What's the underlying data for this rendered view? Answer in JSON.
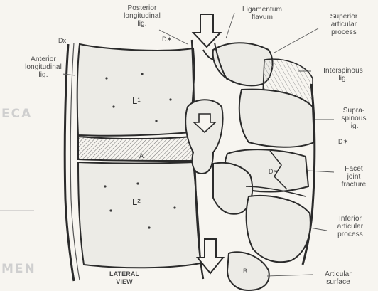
{
  "labels": {
    "posterior_longitudinal": "Posterior\nlongitudinal\nlig.",
    "ligamentum_flavum": "Ligamentum\nflavum",
    "superior_articular": "Superior\narticular\nprocess",
    "anterior_longitudinal": "Anterior\nlongitudinal\nlig.",
    "interspinous": "Interspinous\nlig.",
    "supraspinous": "Supra-\nspinous\nlig.",
    "facet_joint": "Facet\njoint\nfracture",
    "inferior_articular": "Inferior\narticular\nprocess",
    "articular_surface": "Articular\nsurface",
    "lateral_view": "LATERAL\nVIEW",
    "vertebra_upper": "L¹",
    "vertebra_lower": "L²",
    "dx_top": "Dx",
    "dx_mid_top": "D✶",
    "dx_right": "D✶",
    "d_mid": "D✶",
    "letter_a": "A",
    "letter_b": "B"
  },
  "margin_marks": {
    "left_mid": "ECA",
    "bottom_left": "MEN"
  },
  "colors": {
    "background": "#f7f5f0",
    "ink": "#2b2b2b",
    "bone_fill": "#ecebe6",
    "hatch": "#8a8a8a"
  }
}
